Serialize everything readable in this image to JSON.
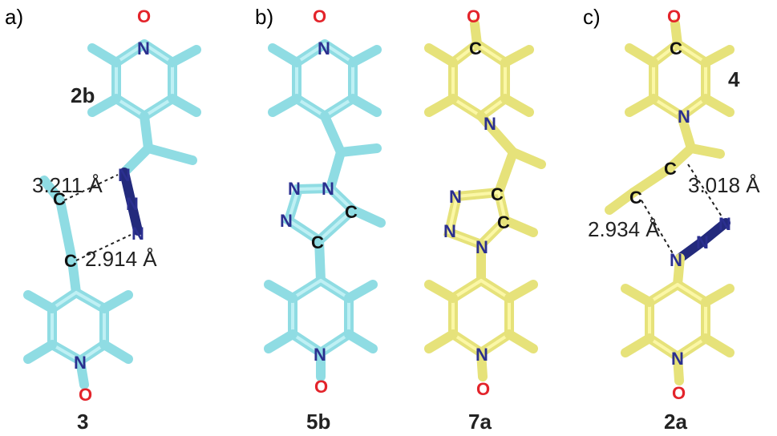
{
  "panels": [
    {
      "label": "a)",
      "compounds": [
        "2b",
        "3"
      ],
      "distances": [
        "3.211 Å",
        "2.914 Å"
      ]
    },
    {
      "label": "b)",
      "compounds": [
        "5b",
        "7a"
      ]
    },
    {
      "label": "c)",
      "compounds": [
        "4",
        "2a"
      ],
      "distances": [
        "3.018 Å",
        "2.934 Å"
      ]
    }
  ],
  "atoms": {
    "N": "N",
    "O": "O",
    "C": "C"
  },
  "colors": {
    "cyan_model": "#8fdce3",
    "yellow_model": "#e6e27a",
    "nitrogen": "#2b2f8f",
    "oxygen": "#e3242b"
  }
}
